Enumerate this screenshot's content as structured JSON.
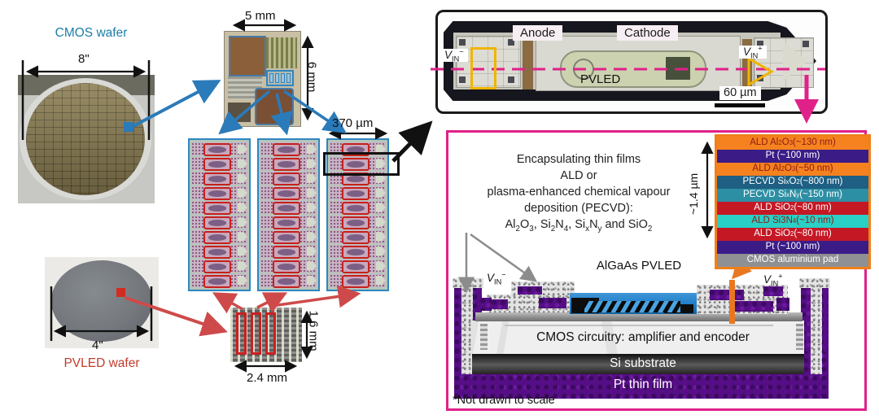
{
  "colors": {
    "magenta": "#E0218A",
    "orange": "#F08019",
    "blue_arrow": "#2B7BBA",
    "red_arrow": "#CE4A4A",
    "cmos_label": "#1B7FA6",
    "pvled_label": "#C23B2A"
  },
  "wafers": {
    "cmos_label": "CMOS wafer",
    "cmos_diameter": "8\"",
    "pvled_label": "PVLED wafer",
    "pvled_diameter": "4\""
  },
  "dimensions": {
    "die_width": "5 mm",
    "die_height": "6 mm",
    "device_length": "370 µm",
    "pvled_die_height": "1.6 mm",
    "pvled_die_width": "2.4 mm"
  },
  "array": {
    "columns": 3,
    "rows_per_column": 10
  },
  "micrograph": {
    "anode": "Anode",
    "cathode": "Cathode",
    "pvled": "PVLED",
    "vin_minus": "V_{IN}^{−}",
    "vin_plus": "V_{IN}^{+}",
    "scale_bar": "60 µm"
  },
  "cross_section": {
    "encapsulation_note_lines": [
      "Encapsulating thin films",
      "ALD or",
      "plasma-enhanced chemical vapour",
      "deposition (PECVD):",
      "Al_{2}O_{3}, Si_{2}N_{4}, Si_{x}N_{y} and SiO_{2}"
    ],
    "stack_height": "~1.4 µm",
    "layers": [
      {
        "label": "ALD Al_{2}O_{3} (~130 nm)",
        "bg": "#F5821F",
        "fg": "#8E1B15"
      },
      {
        "label": "Pt (~100 nm)",
        "bg": "#3B1C87",
        "fg": "#FFFFFF"
      },
      {
        "label": "ALD Al_{2}O_{3} (~50 nm)",
        "bg": "#F5821F",
        "fg": "#8E1B15"
      },
      {
        "label": "PECVD Si_{x}O_{2} (~800 nm)",
        "bg": "#1E5F83",
        "fg": "#FFFFFF"
      },
      {
        "label": "PECVD Si_{x}N_{y} (~150 nm)",
        "bg": "#2D8FA4",
        "fg": "#FFFFFF"
      },
      {
        "label": "ALD SiO_{2} (~80 nm)",
        "bg": "#C51825",
        "fg": "#FFFFFF"
      },
      {
        "label": "ALD Si3N_{4} (~10 nm)",
        "bg": "#29D0C6",
        "fg": "#8E1B15"
      },
      {
        "label": "ALD SiO_{2} (~80 nm)",
        "bg": "#C51825",
        "fg": "#FFFFFF"
      },
      {
        "label": "Pt (~100 nm)",
        "bg": "#3B1C87",
        "fg": "#FFFFFF"
      },
      {
        "label": "CMOS aluminium pad",
        "bg": "#8F9093",
        "fg": "#FFFFFF"
      }
    ],
    "algaas_label": "AlGaAs PVLED",
    "vin_minus": "V_{IN}^{−}",
    "vin_plus": "V_{IN}^{+}",
    "cmos_circuitry_label": "CMOS circuitry: amplifier and encoder",
    "substrate_label": "Si substrate",
    "pt_film_label": "Pt thin film",
    "note": "*Not drawn to scale"
  }
}
